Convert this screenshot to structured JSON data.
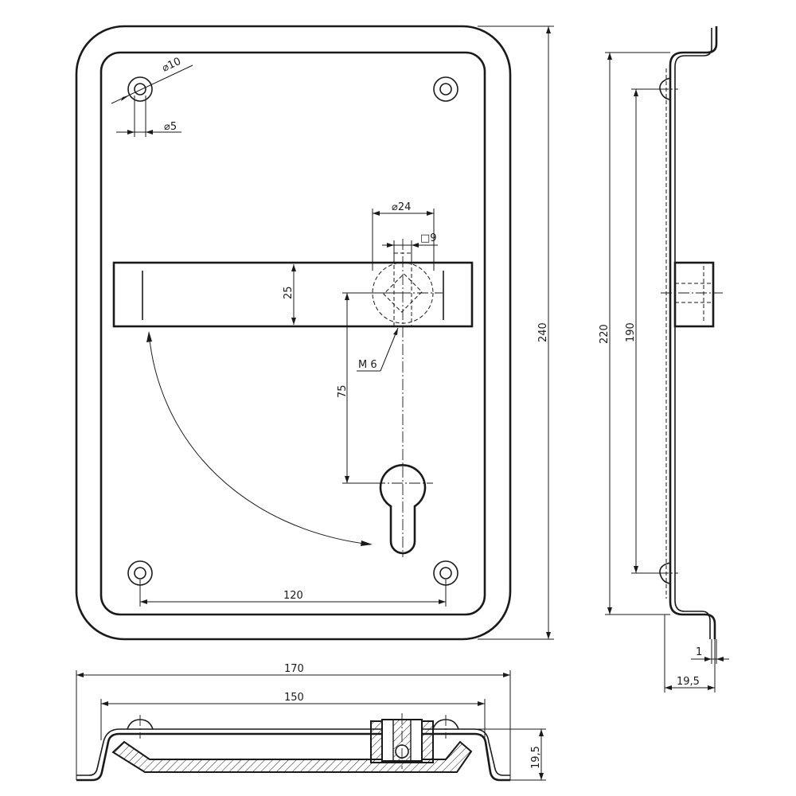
{
  "front_view": {
    "hole_dia_outer": "⌀10",
    "hole_dia_inner": "⌀5",
    "boss_dia": "⌀24",
    "square_size": "□9",
    "handle_width": "25",
    "thread": "M 6",
    "spindle_to_cylinder": "75",
    "hole_spacing": "120",
    "overall_height": "240"
  },
  "side_view": {
    "inner_height": "220",
    "hole_pitch": "190",
    "sheet_thickness": "1",
    "depth": "19,5"
  },
  "bottom_view": {
    "overall_width": "170",
    "inner_width": "150",
    "depth": "19,5"
  }
}
